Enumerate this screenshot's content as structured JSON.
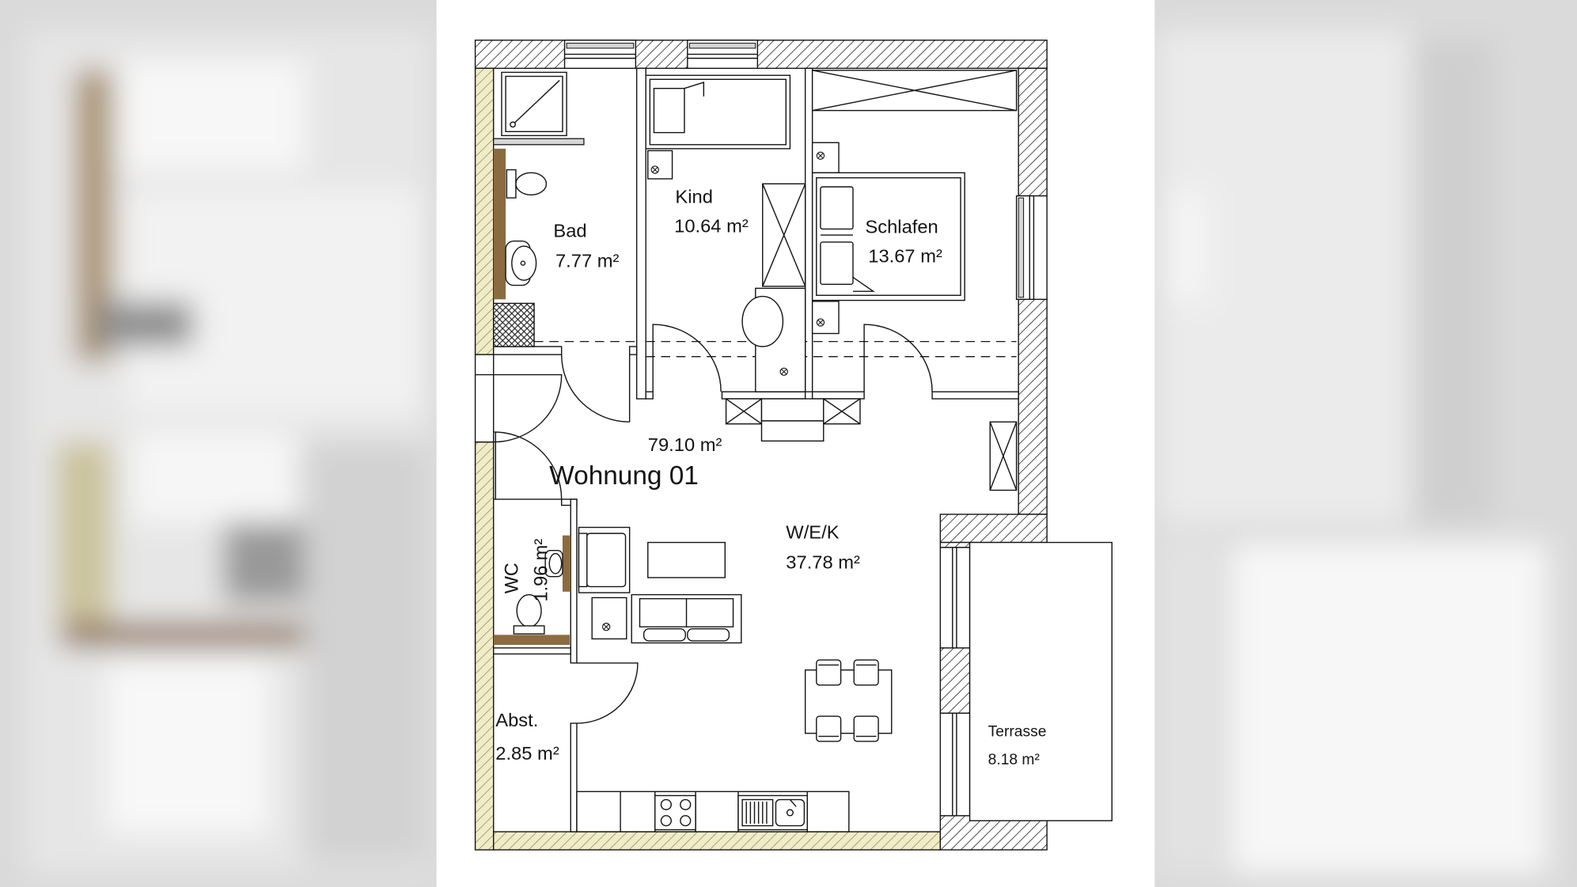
{
  "plan": {
    "unit_name": "Wohnung 01",
    "total_area": "79.10 m²"
  },
  "rooms": {
    "bad": {
      "name": "Bad",
      "area": "7.77 m²"
    },
    "kind": {
      "name": "Kind",
      "area": "10.64 m²"
    },
    "schlafen": {
      "name": "Schlafen",
      "area": "13.67 m²"
    },
    "wek": {
      "name": "W/E/K",
      "area": "37.78 m²"
    },
    "wc": {
      "name": "WC",
      "area": "1.96 m²"
    },
    "abst": {
      "name": "Abst.",
      "area": "2.85 m²"
    },
    "terrasse": {
      "name": "Terrasse",
      "area": "8.18 m²"
    }
  },
  "colors": {
    "wall_hatch_line": "#1a1a1a",
    "wall_beige_fill": "#f1ecc8",
    "wall_beige_line": "#8f8b5c",
    "wood": "#8b6b3f",
    "blur_background": "#dadada"
  }
}
